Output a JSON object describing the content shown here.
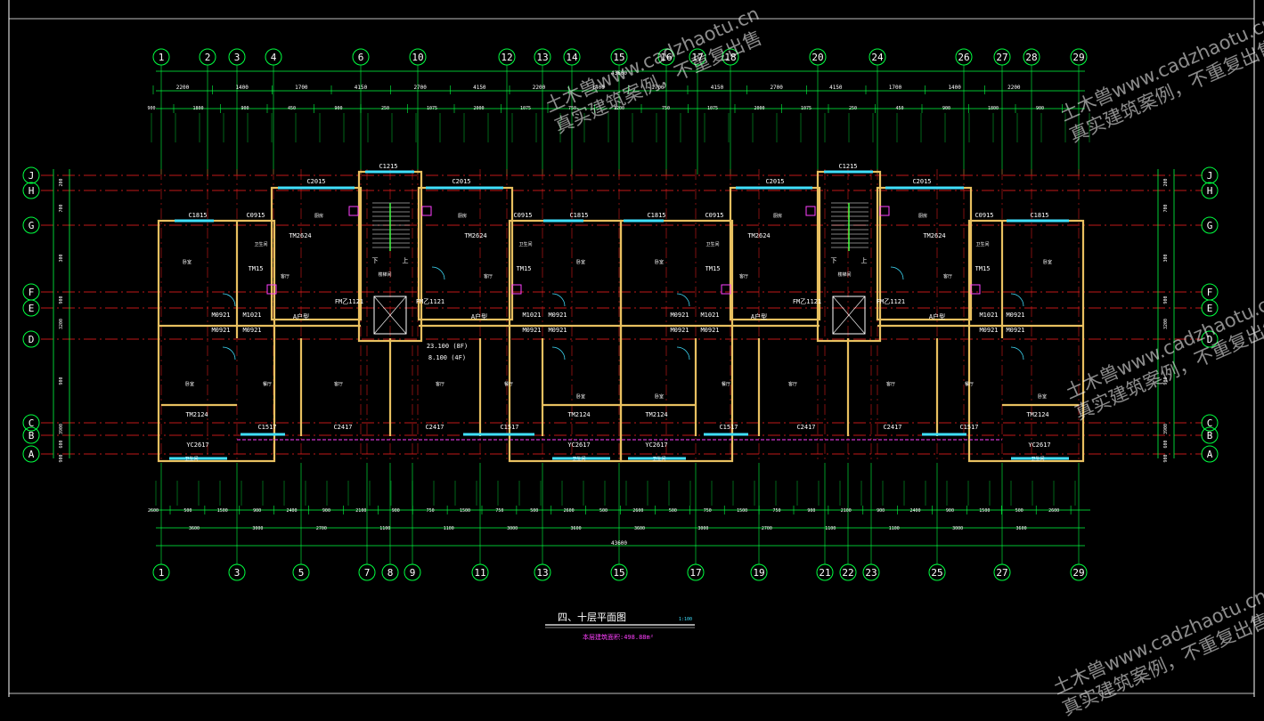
{
  "drawing": {
    "title": "四、十层平面图",
    "scale": "1:100",
    "area_note": "本层建筑面积:498.88m²",
    "dim_total": "43600"
  },
  "grid_top": [
    "1",
    "2",
    "3",
    "4",
    "6",
    "10",
    "12",
    "13",
    "14",
    "15",
    "16",
    "17",
    "18",
    "20",
    "24",
    "26",
    "27",
    "28",
    "29"
  ],
  "grid_bottom": [
    "1",
    "3",
    "5",
    "7",
    "8",
    "9",
    "11",
    "13",
    "15",
    "17",
    "19",
    "21",
    "22",
    "23",
    "25",
    "27",
    "29"
  ],
  "grid_rows": [
    "J",
    "H",
    "G",
    "F",
    "E",
    "D",
    "C",
    "B",
    "A"
  ],
  "dims_top_row1": [
    "2200",
    "1400",
    "1700",
    "4150",
    "2700",
    "4150",
    "2200",
    "1400",
    "1700",
    "4150",
    "2700",
    "4150",
    "1700",
    "1400",
    "2200"
  ],
  "dims_top_row2": [
    "900",
    "1800",
    "900",
    "450",
    "900",
    "250",
    "1075",
    "2000",
    "1075",
    "750",
    "1200",
    "750",
    "1075",
    "2000",
    "1075",
    "250",
    "450",
    "900",
    "1800",
    "900"
  ],
  "dims_bottom_row1": [
    "2600",
    "500",
    "1500",
    "900",
    "2400",
    "900",
    "2100",
    "900",
    "750",
    "1500",
    "750",
    "500",
    "2600",
    "500",
    "2600",
    "500",
    "750",
    "1500",
    "750",
    "900",
    "2100",
    "900",
    "2400",
    "900",
    "1500",
    "500",
    "2600"
  ],
  "dims_bottom_row2": [
    "3600",
    "3000",
    "2700",
    "1100",
    "1100",
    "3000",
    "3600",
    "3600",
    "3000",
    "2700",
    "1100",
    "1100",
    "3000",
    "3600"
  ],
  "dims_left": [
    "200",
    "700",
    "300",
    "900",
    "3200",
    "900",
    "3900",
    "600",
    "900"
  ],
  "rooms": {
    "unit_a": "A户型",
    "window_c2015": "C2015",
    "window_c1215": "C1215",
    "window_c1815": "C1815",
    "window_c0915": "C0915",
    "window_c1517": "C1517",
    "window_c2417": "C2417",
    "door_m0921": "M0921",
    "door_m1021": "M1021",
    "door_tm2624": "TM2624",
    "door_tm15": "TM15",
    "door_tm2124": "TM2124",
    "door_fm": "FM乙1121",
    "bay_yc2617": "YC2617",
    "bedroom": "卧室",
    "living": "客厅",
    "kitchen": "厨房",
    "dining": "餐厅",
    "bath": "卫生间",
    "stair": "楼梯间",
    "level_note": "23.100 (8F)",
    "level_note2": "8.100 (4F)",
    "stair_down": "下",
    "stair_up": "上"
  },
  "watermark": {
    "line1": "土木兽www.cadzhaotu.cn",
    "line2": "真实建筑案例，不重复出售"
  },
  "colors": {
    "background": "#000000",
    "axis": "#ff2020",
    "dims": "#00ff40",
    "wall": "#e8c060",
    "window": "#40e0ff",
    "door": "#40ff40",
    "text": "#ffffff",
    "fixture": "#ff40ff",
    "title": "#ffffff"
  }
}
